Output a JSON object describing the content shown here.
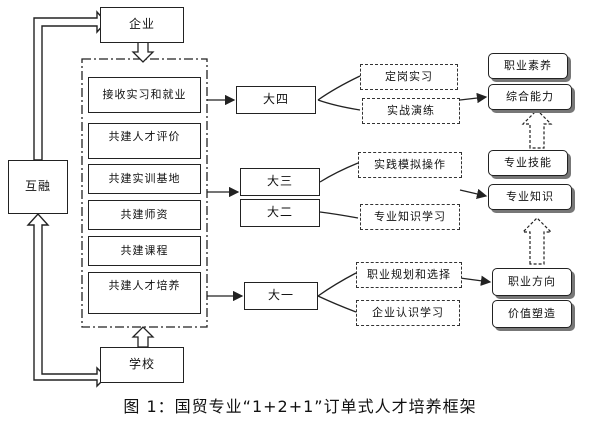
{
  "caption": "图 1：国贸专业“1+2+1”订单式人才培养框架",
  "enterprise": "企业",
  "school": "学校",
  "integration": "互融",
  "joint_items": [
    "接收实习和就业",
    "共建人才评价",
    "共建实训基地",
    "共建师资",
    "共建课程",
    "共建人才培养"
  ],
  "years": {
    "senior": "大四",
    "junior": "大三",
    "sophomore": "大二",
    "freshman": "大一"
  },
  "activities": {
    "placement_internship": "定岗实习",
    "practical_drill": "实战演练",
    "simulation_practice": "实践模拟操作",
    "professional_knowledge_study": "专业知识学习",
    "career_planning": "职业规划和选择",
    "enterprise_awareness": "企业认识学习"
  },
  "outcomes": {
    "professional_quality": "职业素养",
    "comprehensive_ability": "综合能力",
    "professional_skills": "专业技能",
    "professional_knowledge": "专业知识",
    "career_direction": "职业方向",
    "value_shaping": "价值塑造"
  }
}
